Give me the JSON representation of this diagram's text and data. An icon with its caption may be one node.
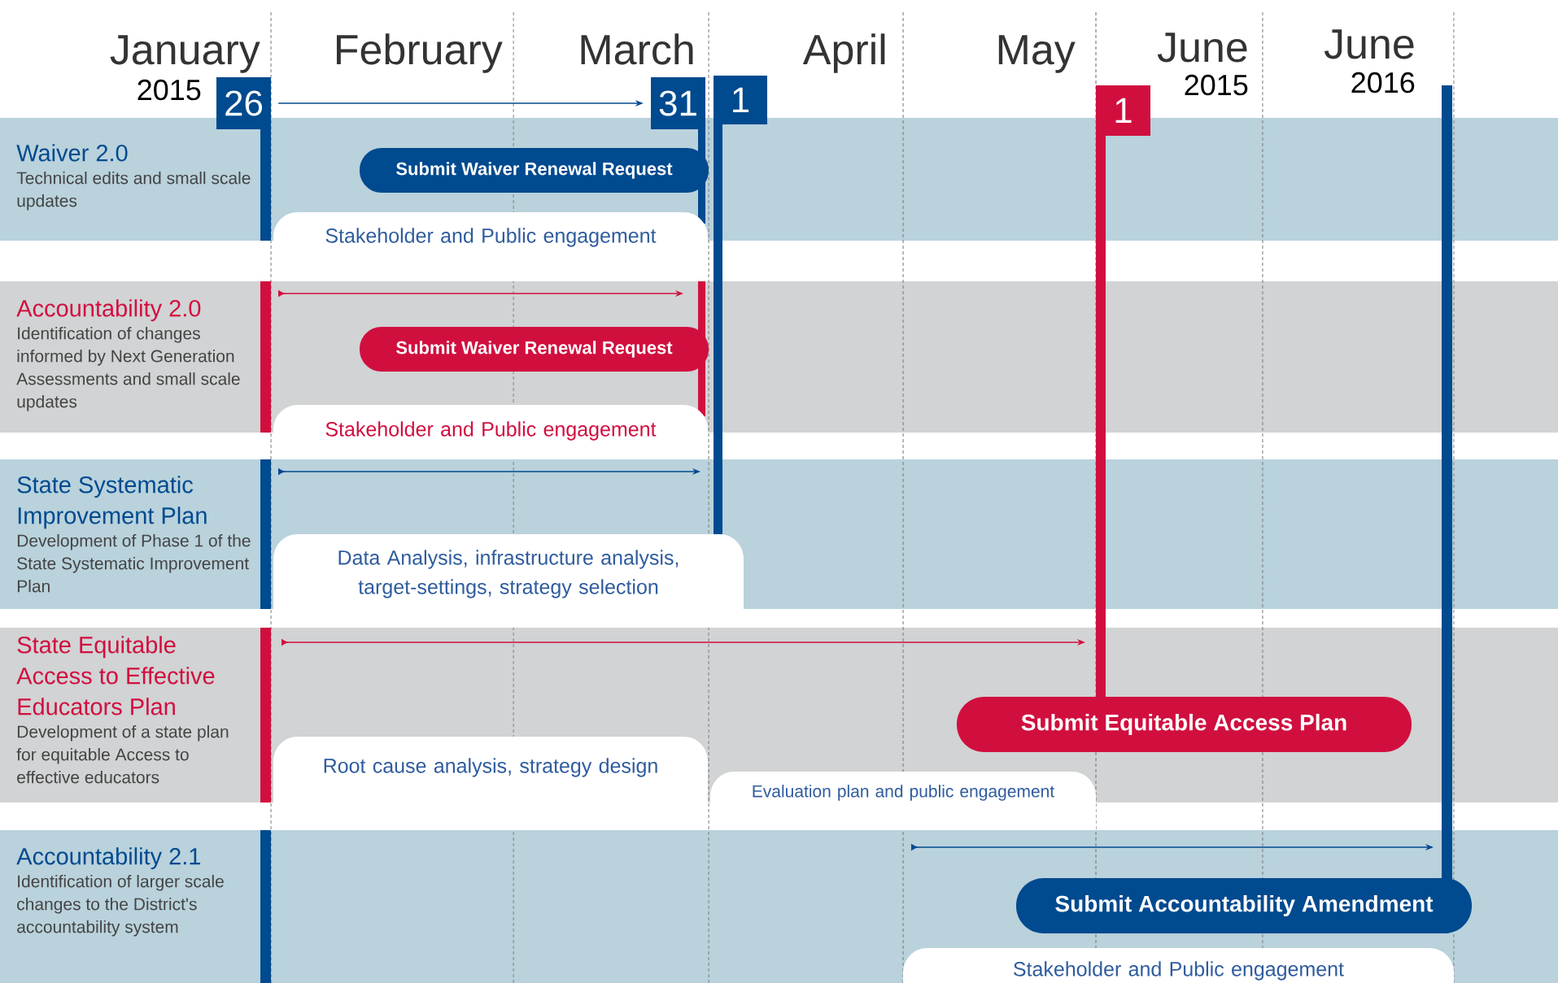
{
  "diagram": {
    "nodes": [
      {
        "text": [
          "Waiver 2.0",
          "Technical edits and small scale updates"
        ]
      },
      {
        "text": [
          "Submit Waiver Renewal Request"
        ]
      },
      {
        "text": [
          "Stakeholder and Public engagement"
        ]
      },
      {
        "text": [
          "Accountability 2.0",
          "Identification of changes informed by Next Generation Assessments and small scale updates"
        ]
      },
      {
        "text": [
          "Submit Waiver Renewal Request"
        ]
      },
      {
        "text": [
          "Stakeholder and Public engagement"
        ]
      },
      {
        "text": [
          "State Systematic Improvement Plan",
          "Development of Phase 1 of the State Systematic Improvement Plan"
        ]
      },
      {
        "text": [
          "Data Analysis, infrastructure analysis, target-settings, strategy selection"
        ]
      },
      {
        "text": [
          "State Equitable Access to Effective Educators Plan",
          "Development of a state plan for equitable Access to effective educators"
        ]
      },
      {
        "text": [
          "Submit Equitable Access Plan"
        ]
      },
      {
        "text": [
          "Root cause analysis, strategy design"
        ]
      },
      {
        "text": [
          "Evaluation plan and public engagement"
        ]
      },
      {
        "text": [
          "Accountability 2.1",
          "Identification of larger scale changes to the District's accountability system"
        ]
      },
      {
        "text": [
          "Submit Accountability Amendment"
        ]
      },
      {
        "text": [
          "Stakeholder and Public engagement"
        ]
      },
      {
        "text": [
          "26"
        ]
      },
      {
        "text": [
          "31"
        ]
      },
      {
        "text": [
          "1"
        ]
      },
      {
        "text": [
          "1"
        ]
      }
    ],
    "edges": [
      {
        "from": 15,
        "to": 16,
        "arrow": "to"
      }
    ],
    "labels": [
      "January",
      "2015",
      "February",
      "March",
      "April",
      "May",
      "June",
      "2015",
      "June",
      "2016"
    ]
  }
}
